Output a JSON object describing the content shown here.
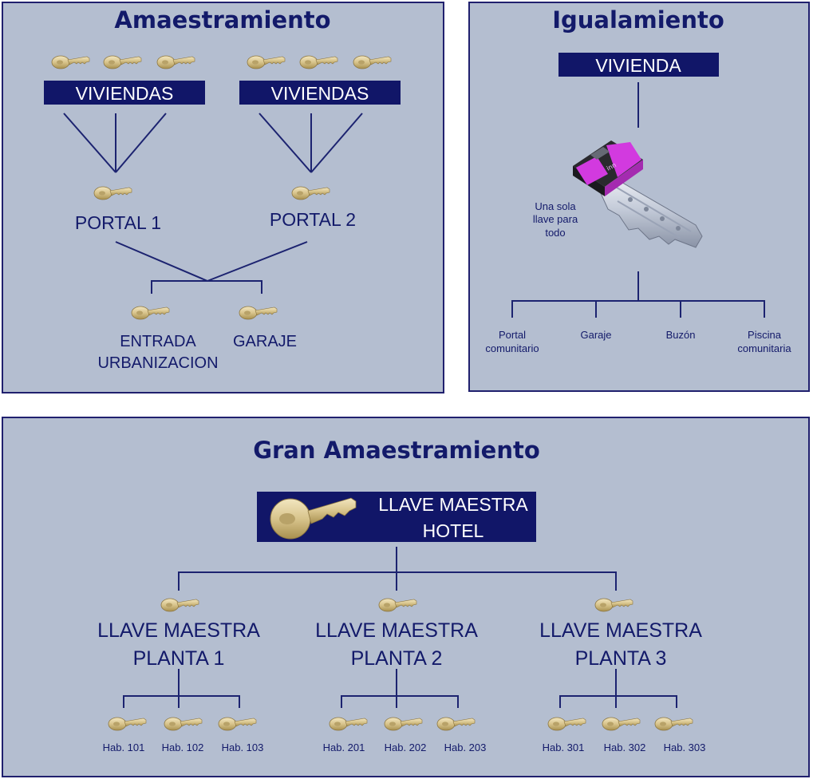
{
  "amaestramiento": {
    "title": "Amaestramiento",
    "group_left": "VIVIENDAS",
    "group_right": "VIVIENDAS",
    "portal1": "PORTAL 1",
    "portal2": "PORTAL 2",
    "entrada_line1": "ENTRADA",
    "entrada_line2": "URBANIZACION",
    "garaje": "GARAJE"
  },
  "igualamiento": {
    "title": "Igualamiento",
    "vivienda": "VIVIENDA",
    "note_line1": "Una sola",
    "note_line2": "llave para",
    "note_line3": "todo",
    "key_brand": "inn",
    "targets": [
      {
        "line1": "Portal",
        "line2": "comunitario"
      },
      {
        "line1": "Garaje",
        "line2": ""
      },
      {
        "line1": "Buzón",
        "line2": ""
      },
      {
        "line1": "Piscina",
        "line2": "comunitaria"
      }
    ]
  },
  "gran": {
    "title": "Gran Amaestramiento",
    "master_line1": "LLAVE MAESTRA",
    "master_line2": "HOTEL",
    "floors": [
      {
        "line1": "LLAVE MAESTRA",
        "line2": "PLANTA 1",
        "rooms": [
          "Hab. 101",
          "Hab. 102",
          "Hab. 103"
        ]
      },
      {
        "line1": "LLAVE MAESTRA",
        "line2": "PLANTA 2",
        "rooms": [
          "Hab. 201",
          "Hab. 202",
          "Hab. 203"
        ]
      },
      {
        "line1": "LLAVE MAESTRA",
        "line2": "PLANTA 3",
        "rooms": [
          "Hab. 301",
          "Hab. 302",
          "Hab. 303"
        ]
      }
    ]
  },
  "colors": {
    "panel_bg": "#b4bed0",
    "navy": "#131a6a",
    "key_gold": "#d9c58f",
    "key_accent": "#d23adf"
  }
}
